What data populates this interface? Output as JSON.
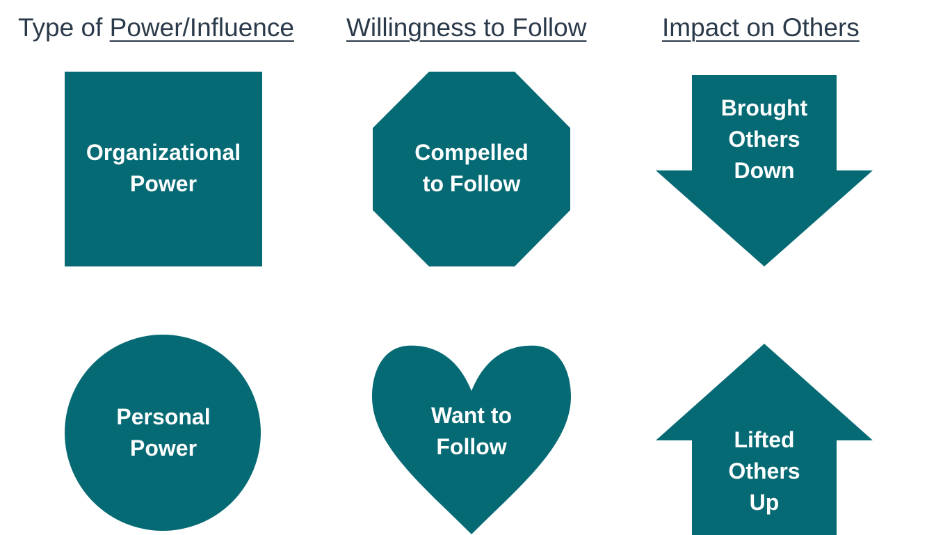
{
  "headers": {
    "col1_prefix": "Type of ",
    "col1_underlined": "Power/Influence",
    "col2": "Willingness to Follow",
    "col3": "Impact on Others"
  },
  "shapes": {
    "organizational": {
      "line1": "Organizational",
      "line2": "Power"
    },
    "compelled": {
      "line1": "Compelled",
      "line2": "to Follow"
    },
    "brought_down": {
      "line1": "Brought",
      "line2": "Others",
      "line3": "Down"
    },
    "personal": {
      "line1": "Personal",
      "line2": "Power"
    },
    "want": {
      "line1": "Want to",
      "line2": "Follow"
    },
    "lifted": {
      "line1": "Lifted",
      "line2": "Others",
      "line3": "Up"
    }
  },
  "colors": {
    "shape_fill": "#066a74",
    "header_text": "#2b3a4a",
    "label_text": "#ffffff"
  }
}
